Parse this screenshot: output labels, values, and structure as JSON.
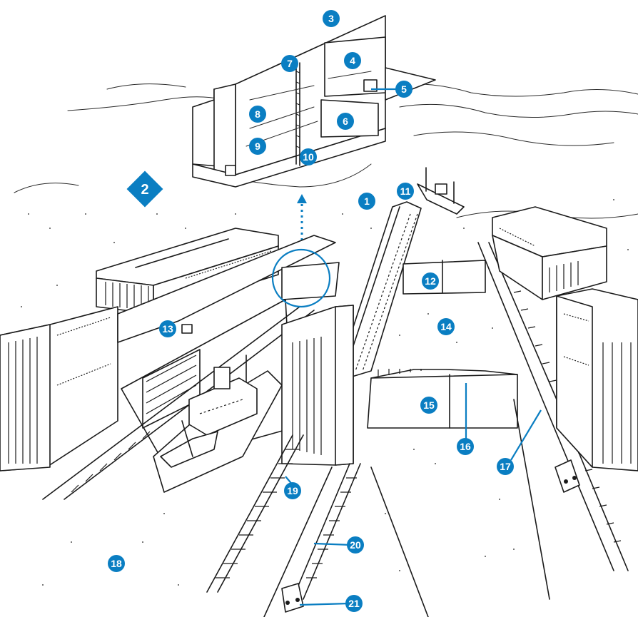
{
  "markers": [
    {
      "id": "1",
      "label": "1"
    },
    {
      "id": "3",
      "label": "3"
    },
    {
      "id": "4",
      "label": "4"
    },
    {
      "id": "5",
      "label": "5"
    },
    {
      "id": "6",
      "label": "6"
    },
    {
      "id": "7",
      "label": "7"
    },
    {
      "id": "8",
      "label": "8"
    },
    {
      "id": "9",
      "label": "9"
    },
    {
      "id": "10",
      "label": "10"
    },
    {
      "id": "11",
      "label": "11"
    },
    {
      "id": "12",
      "label": "12"
    },
    {
      "id": "13",
      "label": "13"
    },
    {
      "id": "14",
      "label": "14"
    },
    {
      "id": "15",
      "label": "15"
    },
    {
      "id": "16",
      "label": "16"
    },
    {
      "id": "17",
      "label": "17"
    },
    {
      "id": "18",
      "label": "18"
    },
    {
      "id": "19",
      "label": "19"
    },
    {
      "id": "20",
      "label": "20"
    },
    {
      "id": "21",
      "label": "21"
    }
  ],
  "detail_marker": {
    "label": "2"
  },
  "colors": {
    "accent": "#0a7ec2",
    "ink": "#1a1a1a",
    "background": "#ffffff"
  }
}
